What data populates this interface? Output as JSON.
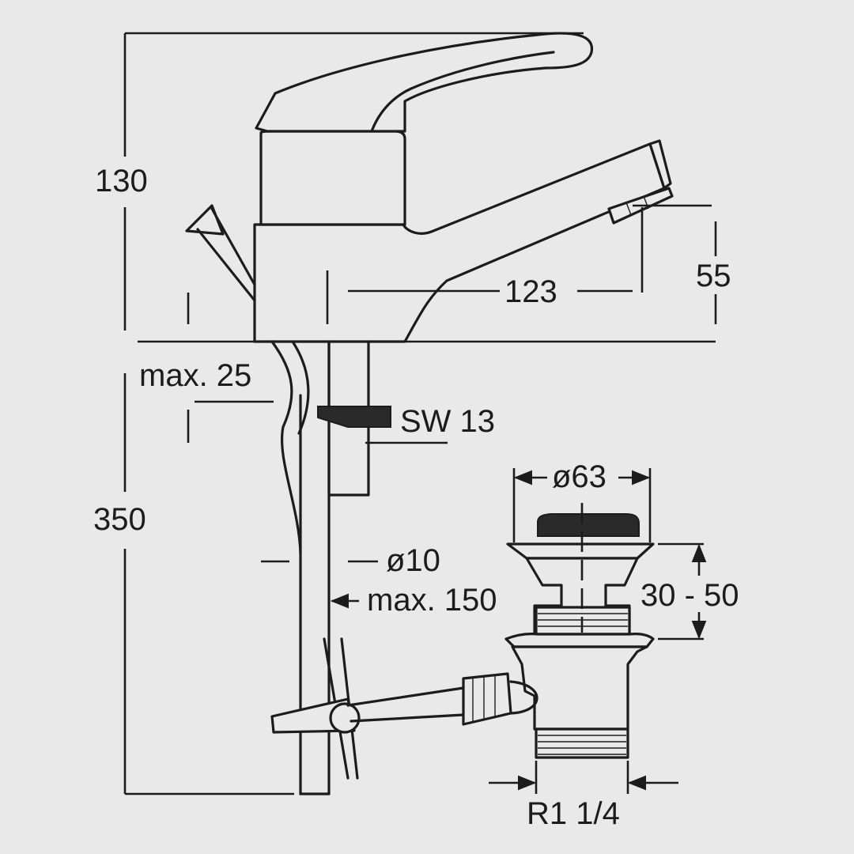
{
  "dimensions": {
    "height_total": "130",
    "spout_height": "55",
    "spout_reach": "123",
    "max_thickness": "max. 25",
    "wrench_size": "SW 13",
    "hose_length": "350",
    "rod_diameter": "ø10",
    "rod_length": "max. 150",
    "plug_diameter": "ø63",
    "waste_adjust": "30 - 50",
    "thread_size": "R1 1/4"
  },
  "colors": {
    "background": "#e9e9e9",
    "line": "#1c1c1c"
  }
}
